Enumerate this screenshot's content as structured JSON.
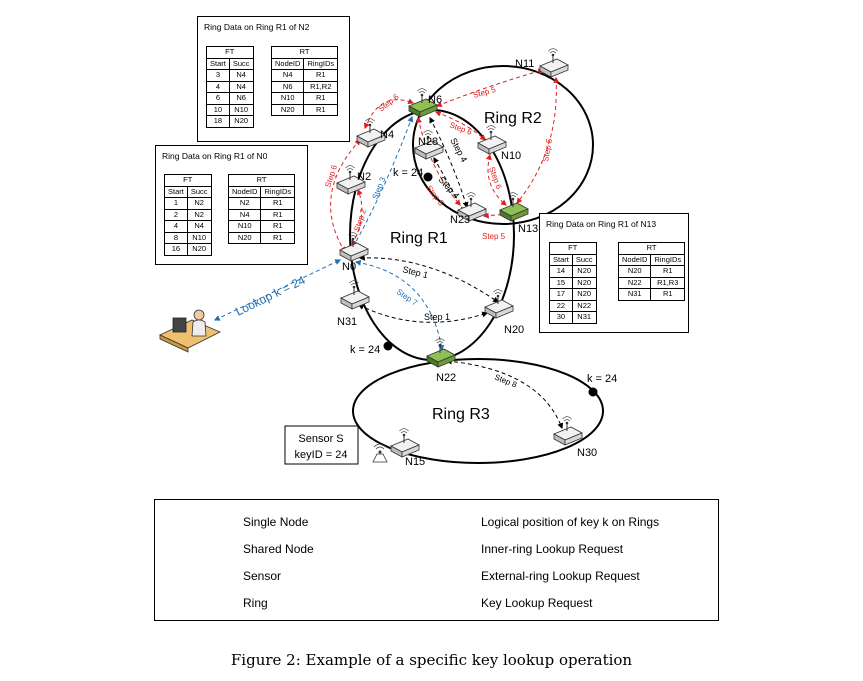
{
  "caption": "Figure 2: Example of a specific key lookup operation",
  "colors": {
    "inner": "#000000",
    "external": "#e02020",
    "key": "#1f6fb5",
    "shared": "#6e9a3a",
    "single": "#e8e8e8"
  },
  "rings": {
    "r1": "Ring R1",
    "r2": "Ring R2",
    "r3": "Ring R3"
  },
  "nodes": {
    "n0": "N0",
    "n2": "N2",
    "n4": "N4",
    "n6": "N6",
    "n10": "N10",
    "n11": "N11",
    "n13": "N13",
    "n20": "N20",
    "n22": "N22",
    "n23": "N23",
    "n28": "N28",
    "n30": "N30",
    "n31": "N31",
    "n15": "N15"
  },
  "keys": {
    "k24_a": "k = 24",
    "k24_b": "k = 24",
    "k24_c": "k = 24"
  },
  "steps": {
    "s1a": "Step 1",
    "s1b": "Step 1",
    "s2": "Step 2",
    "s3": "Step 3",
    "s4a": "Step 4",
    "s4b": "Step 4",
    "s5a": "Step 5",
    "s5b": "Step 5",
    "s5c": "Step 5",
    "s5d": "Step 5",
    "s6a": "Step 6",
    "s6b": "Step 6",
    "s6c": "Step 6",
    "s6d": "Step 6",
    "s7": "Step 7",
    "s8": "Step 8"
  },
  "lookup_label": "Lookup k = 24",
  "sensor_box": {
    "line1": "Sensor S",
    "line2": "keyID = 24"
  },
  "table_n2": {
    "title": "Ring Data on Ring R1 of N2",
    "ft_header": "FT",
    "rt_header": "RT",
    "ft_cols": [
      "Start",
      "Succ"
    ],
    "rt_cols": [
      "NodeID",
      "RingIDs"
    ],
    "ft_rows": [
      [
        "3",
        "N4"
      ],
      [
        "4",
        "N4"
      ],
      [
        "6",
        "N6"
      ],
      [
        "10",
        "N10"
      ],
      [
        "18",
        "N20"
      ]
    ],
    "rt_rows": [
      [
        "N4",
        "R1"
      ],
      [
        "N6",
        "R1,R2"
      ],
      [
        "N10",
        "R1"
      ],
      [
        "N20",
        "R1"
      ]
    ]
  },
  "table_n0": {
    "title": "Ring Data on Ring R1 of N0",
    "ft_header": "FT",
    "rt_header": "RT",
    "ft_cols": [
      "Start",
      "Succ"
    ],
    "rt_cols": [
      "NodeID",
      "RingIDs"
    ],
    "ft_rows": [
      [
        "1",
        "N2"
      ],
      [
        "2",
        "N2"
      ],
      [
        "4",
        "N4"
      ],
      [
        "8",
        "N10"
      ],
      [
        "16",
        "N20"
      ]
    ],
    "rt_rows": [
      [
        "N2",
        "R1"
      ],
      [
        "N4",
        "R1"
      ],
      [
        "N10",
        "R1"
      ],
      [
        "N20",
        "R1"
      ]
    ]
  },
  "table_n13": {
    "title": "Ring Data on Ring R1 of N13",
    "ft_header": "FT",
    "rt_header": "RT",
    "ft_cols": [
      "Start",
      "Succ"
    ],
    "rt_cols": [
      "NodeID",
      "RingIDs"
    ],
    "ft_rows": [
      [
        "14",
        "N20"
      ],
      [
        "15",
        "N20"
      ],
      [
        "17",
        "N20"
      ],
      [
        "22",
        "N22"
      ],
      [
        "30",
        "N31"
      ]
    ],
    "rt_rows": [
      [
        "N20",
        "R1"
      ],
      [
        "N22",
        "R1,R3"
      ],
      [
        "N31",
        "R1"
      ]
    ]
  },
  "legend": {
    "single": "Single Node",
    "shared": "Shared Node",
    "sensor": "Sensor",
    "ring": "Ring",
    "keypos": "Logical position of key k on Rings",
    "inner": "Inner-ring Lookup Request",
    "external": "External-ring Lookup Request",
    "keylookup": "Key Lookup Request"
  }
}
